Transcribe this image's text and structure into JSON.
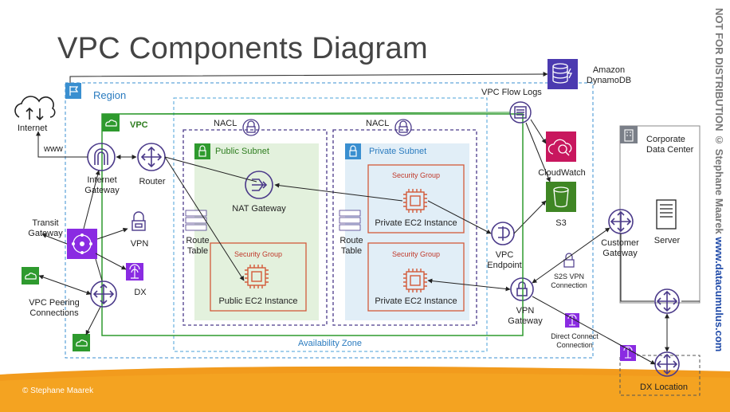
{
  "title": "VPC Components Diagram",
  "side_note": {
    "prefix": "NOT FOR DISTRIBUTION © Stephane Maarek ",
    "url": "www.datacumulus.com"
  },
  "footer": {
    "copyright": "© Stephane Maarek"
  },
  "colors": {
    "region": "#3a8fd0",
    "vpc": "#2e9a2e",
    "public_subnet_fill": "#e3f1dd",
    "private_subnet_fill": "#e1eef7",
    "nacl": "#4b3a8a",
    "security_group": "#d35a3a",
    "az": "#4aa0d8",
    "accent_purple": "#8a2be2",
    "footer_orange": "#f29b1d"
  },
  "labels": {
    "region": "Region",
    "vpc": "VPC",
    "internet": "Internet",
    "www": "www",
    "internet_gateway": [
      "Internet",
      "Gateway"
    ],
    "router": "Router",
    "nacl_left": "NACL",
    "nacl_right": "NACL",
    "public_subnet": "Public Subnet",
    "private_subnet": "Private Subnet",
    "nat_gateway": "NAT Gateway",
    "route_table_left": [
      "Route",
      "Table"
    ],
    "route_table_right": [
      "Route",
      "Table"
    ],
    "sg_public": "Security Group",
    "sg_private_top": "Security Group",
    "sg_private_bottom": "Security Group",
    "public_ec2": "Public EC2 Instance",
    "private_ec2_top": "Private EC2 Instance",
    "private_ec2_bottom": "Private EC2 Instance",
    "availability_zone": "Availability Zone",
    "transit_gateway": [
      "Transit",
      "Gateway"
    ],
    "vpn": "VPN",
    "dx": "DX",
    "vpc_peering": [
      "VPC Peering",
      "Connections"
    ],
    "vpc_flow_logs": "VPC Flow Logs",
    "dynamodb": [
      "Amazon",
      "DynamoDB"
    ],
    "cloudwatch": "CloudWatch",
    "s3": "S3",
    "vpc_endpoint": [
      "VPC",
      "Endpoint"
    ],
    "vpn_gateway": [
      "VPN",
      "Gateway"
    ],
    "s2s_vpn": [
      "S2S VPN",
      "Connection"
    ],
    "direct_connect": [
      "Direct Connect",
      "Connection"
    ],
    "corporate_dc": [
      "Corporate",
      "Data Center"
    ],
    "customer_gateway": [
      "Customer",
      "Gateway"
    ],
    "server": "Server",
    "dx_location": "DX Location"
  }
}
